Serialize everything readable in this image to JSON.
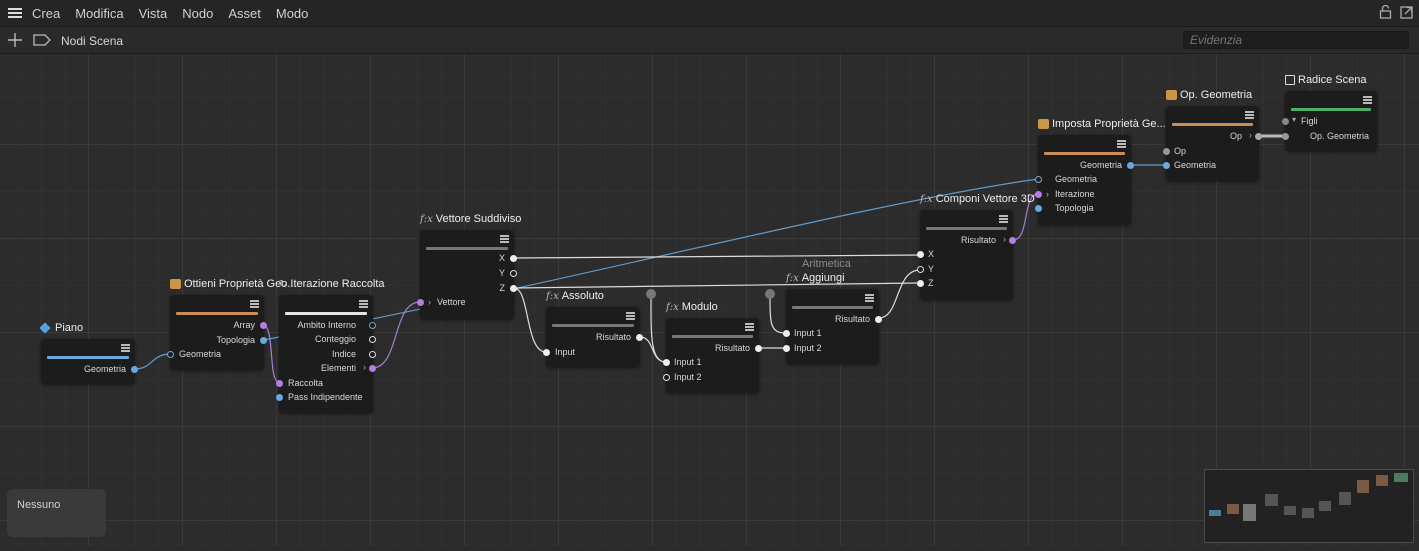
{
  "menu": {
    "items": [
      "Crea",
      "Modifica",
      "Vista",
      "Nodo",
      "Asset",
      "Modo"
    ]
  },
  "toolbar": {
    "breadcrumb": "Nodi Scena",
    "search_placeholder": "Evidenzia"
  },
  "status": {
    "text": "Nessuno"
  },
  "colors": {
    "geometry_port": "#6aa9e0",
    "array_port": "#b77de0",
    "number_port": "#e6e6e6",
    "geometry_wire": "#5e9ccd",
    "array_wire": "#a77fd6"
  },
  "nodes": {
    "piano": {
      "title": "Piano",
      "icon": "diamond-icon",
      "out_geometria": "Geometria"
    },
    "ottieni": {
      "title": "Ottieni Proprietà Geo...",
      "icon": "cube-icon",
      "out_array": "Array",
      "out_topologia": "Topologia",
      "in_geometria": "Geometria"
    },
    "iterazione": {
      "title": "Iterazione Raccolta",
      "icon": "loop-icon",
      "out_ambito": "Ambito Interno",
      "out_conteggio": "Conteggio",
      "out_indice": "Indice",
      "out_elementi": "Elementi",
      "in_raccolta": "Raccolta",
      "in_pass": "Pass Indipendente"
    },
    "vettore": {
      "title": "Vettore Suddiviso",
      "icon": "fx-icon",
      "out_x": "X",
      "out_y": "Y",
      "out_z": "Z",
      "in_vettore": "Vettore"
    },
    "assoluto": {
      "title": "Assoluto",
      "icon": "fx-icon",
      "out_risultato": "Risultato",
      "in_input": "Input"
    },
    "modulo": {
      "title": "Modulo",
      "icon": "fx-icon",
      "out_risultato": "Risultato",
      "in_input1": "Input 1",
      "in_input2": "Input 2"
    },
    "aggiungi": {
      "subtitle": "Aritmetica",
      "title": "Aggiungi",
      "icon": "fx-icon",
      "out_risultato": "Risultato",
      "in_input1": "Input 1",
      "in_input2": "Input 2"
    },
    "componi": {
      "title": "Componi Vettore 3D",
      "icon": "fx-icon",
      "out_risultato": "Risultato",
      "in_x": "X",
      "in_y": "Y",
      "in_z": "Z"
    },
    "imposta": {
      "title": "Imposta Proprietà Ge...",
      "icon": "cube-icon",
      "out_geometria": "Geometria",
      "in_geometria": "Geometria",
      "in_iterazione": "Iterazione",
      "in_topologia": "Topologia"
    },
    "opgeom": {
      "title": "Op. Geometria",
      "icon": "cube-icon",
      "out_op": "Op",
      "in_op": "Op",
      "in_geometria": "Geometria"
    },
    "radice": {
      "title": "Radice Scena",
      "icon": "root-icon",
      "in_figli": "Figli",
      "in_opgeom": "Op. Geometria"
    }
  }
}
